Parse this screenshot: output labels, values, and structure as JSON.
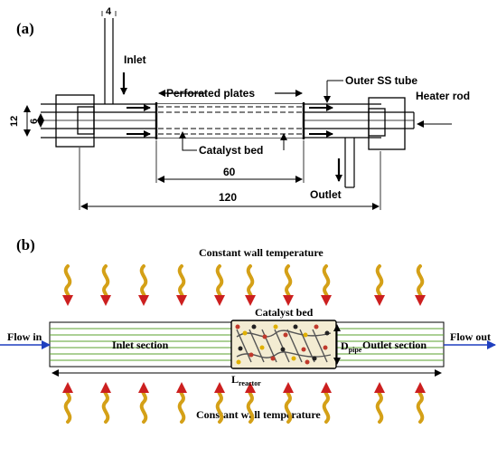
{
  "panel_a": {
    "label": "(a)",
    "dim_top": "4",
    "inlet": "Inlet",
    "outer_tube": "Outer SS tube",
    "heater_rod": "Heater rod",
    "perforated_plates": "Perforated plates",
    "catalyst_bed": "Catalyst bed",
    "dim_outer": "12",
    "dim_inner": "6",
    "dim_bed": "60",
    "dim_total": "120",
    "outlet": "Outlet"
  },
  "panel_b": {
    "label": "(b)",
    "top_heading": "Constant wall temperature",
    "bottom_heading": "Constant wall temperature",
    "catalyst_bed": "Catalyst bed",
    "flow_in": "Flow in",
    "flow_out": "Flow out",
    "inlet_section": "Inlet section",
    "outlet_section": "Outlet section",
    "d_pipe_main": "D",
    "d_pipe_sub": "pipe",
    "l_reactor_main": "L",
    "l_reactor_sub": "reactor"
  },
  "colors": {
    "line": "#000000",
    "pipe_line": "#5aa02c",
    "heat_arrow_body": "#d4a017",
    "heat_arrow_head": "#cc1f1f",
    "flow_arrow": "#1f3fbf",
    "catalyst_fill": "#f3ecd2",
    "pellet_red": "#c0392b",
    "pellet_yellow": "#e0b000",
    "pellet_black": "#222222"
  }
}
